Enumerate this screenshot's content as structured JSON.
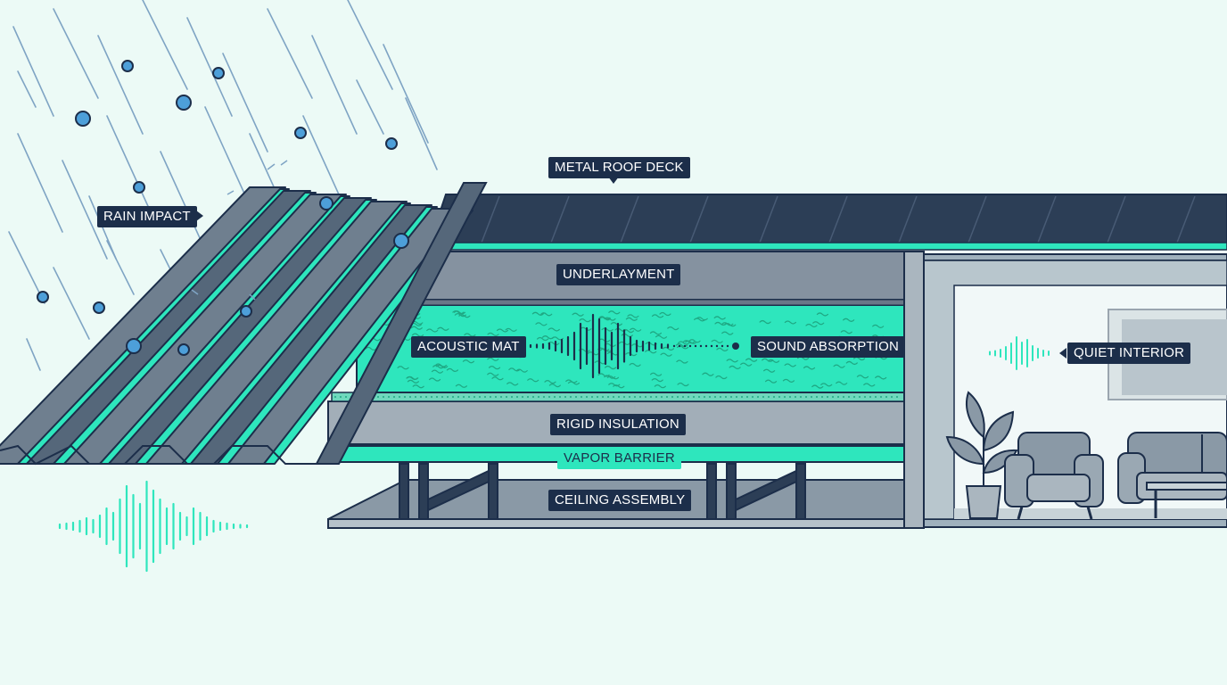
{
  "labels": {
    "metal_roof_deck": "METAL ROOF DECK",
    "rain_impact": "RAIN IMPACT",
    "underlayment": "UNDERLAYMENT",
    "acoustic_mat": "ACOUSTIC MAT",
    "sound_absorption": "SOUND ABSORPTION",
    "quiet_interior": "QUIET INTERIOR",
    "rigid_insulation": "RIGID INSULATION",
    "vapor_barrier": "VAPOR BARRIER",
    "ceiling_assembly": "CEILING ASSEMBLY"
  },
  "colors": {
    "background": "#ecfaf6",
    "navy": "#1c2e4a",
    "teal": "#2ee6bd",
    "steel": "#6f7f8f",
    "light_steel": "#9aa5af",
    "rain_drop": "#4d9fd9",
    "room": "#f1f8f8"
  },
  "icons": [
    "rain-drop-icon",
    "sound-wave-icon",
    "plant-icon",
    "armchair-icon",
    "sofa-icon"
  ]
}
